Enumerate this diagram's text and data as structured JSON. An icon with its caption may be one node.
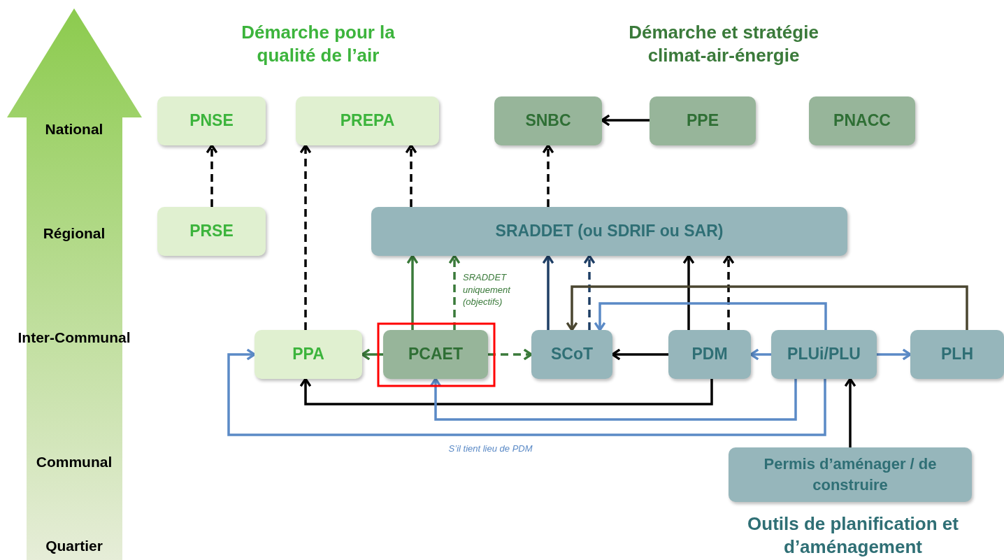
{
  "diagram": {
    "nodes": [
      {
        "text": [
          "PNSE"
        ]
      },
      {
        "text": [
          "PREPA"
        ]
      },
      {
        "text": [
          "SNBC"
        ]
      },
      {
        "text": [
          "PPE"
        ]
      },
      {
        "text": [
          "PNACC"
        ]
      },
      {
        "text": [
          "PRSE"
        ]
      },
      {
        "text": [
          "SRADDET (ou SDRIF ou SAR)"
        ]
      },
      {
        "text": [
          "PPA"
        ]
      },
      {
        "text": [
          "PCAET"
        ]
      },
      {
        "text": [
          "SCoT"
        ]
      },
      {
        "text": [
          "PDM"
        ]
      },
      {
        "text": [
          "PLUi/PLU"
        ]
      },
      {
        "text": [
          "PLH"
        ]
      },
      {
        "text": [
          "Permis d’aménager / de construire"
        ]
      }
    ],
    "edges": [
      {
        "from": 5,
        "to": 0,
        "arrow": "to",
        "style": "dashed"
      },
      {
        "from": 7,
        "to": 1,
        "arrow": "to",
        "style": "dashed"
      },
      {
        "from": 6,
        "to": 1,
        "arrow": "to",
        "style": "dashed"
      },
      {
        "from": 6,
        "to": 2,
        "arrow": "to",
        "style": "dashed"
      },
      {
        "from": 3,
        "to": 2,
        "arrow": "to"
      },
      {
        "from": 8,
        "to": 6,
        "arrow": "to",
        "color": "#3a7a3a"
      },
      {
        "from": 8,
        "to": 6,
        "arrow": "to",
        "style": "dashed",
        "color": "#3a7a3a",
        "label": "SRADDET uniquement (objectifs)"
      },
      {
        "from": 9,
        "to": 6,
        "arrow": "to",
        "color": "#1f3f66"
      },
      {
        "from": 9,
        "to": 6,
        "arrow": "to",
        "style": "dashed",
        "color": "#1f3f66"
      },
      {
        "from": 10,
        "to": 6,
        "arrow": "to"
      },
      {
        "from": 10,
        "to": 6,
        "arrow": "to",
        "style": "dashed"
      },
      {
        "from": 12,
        "to": 9,
        "arrow": "to",
        "color": "#4a4630"
      },
      {
        "from": 11,
        "to": 9,
        "arrow": "to",
        "color": "#5b8ac6"
      },
      {
        "from": 8,
        "to": 7,
        "arrow": "to",
        "color": "#3a7a3a"
      },
      {
        "from": 8,
        "to": 9,
        "arrow": "to",
        "style": "dashed",
        "color": "#3a7a3a"
      },
      {
        "from": 10,
        "to": 9,
        "arrow": "to"
      },
      {
        "from": 11,
        "to": 10,
        "arrow": "to",
        "color": "#5b8ac6"
      },
      {
        "from": 11,
        "to": 12,
        "arrow": "to",
        "color": "#5b8ac6"
      },
      {
        "from": 10,
        "to": 7,
        "arrow": "to"
      },
      {
        "from": 11,
        "to": 8,
        "arrow": "to",
        "color": "#5b8ac6"
      },
      {
        "from": 11,
        "to": 7,
        "arrow": "to",
        "color": "#5b8ac6",
        "label": "S’il tient lieu de PDM"
      },
      {
        "from": 13,
        "to": 11,
        "arrow": "to"
      }
    ],
    "labels": [
      "Démarche pour la qualité de l’air",
      "Démarche et stratégie climat-air-énergie",
      "National",
      "Régional",
      "Inter-Communal",
      "Communal",
      "Outils de planification et d’aménagement",
      "Quartier"
    ]
  }
}
